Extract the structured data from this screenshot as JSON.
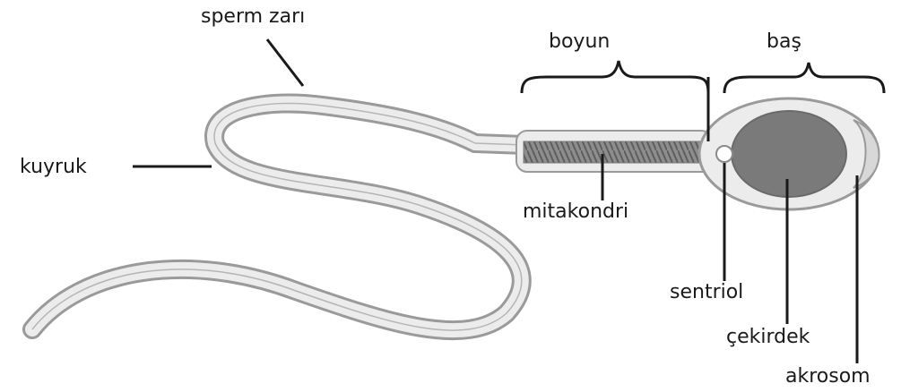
{
  "labels": {
    "sperm_zari": "sperm zarı",
    "boyun": "boyun",
    "bas": "baş",
    "kuyruk": "kuyruk",
    "mitakondri": "mitakondri",
    "sentriol": "sentriol",
    "cekirdek": "çekirdek",
    "akrosom": "akrosom"
  },
  "colors": {
    "outline": "#9a9a9a",
    "fill": "#ececec",
    "nucleus": "#7a7a7a",
    "leader": "#1a1a1a"
  }
}
